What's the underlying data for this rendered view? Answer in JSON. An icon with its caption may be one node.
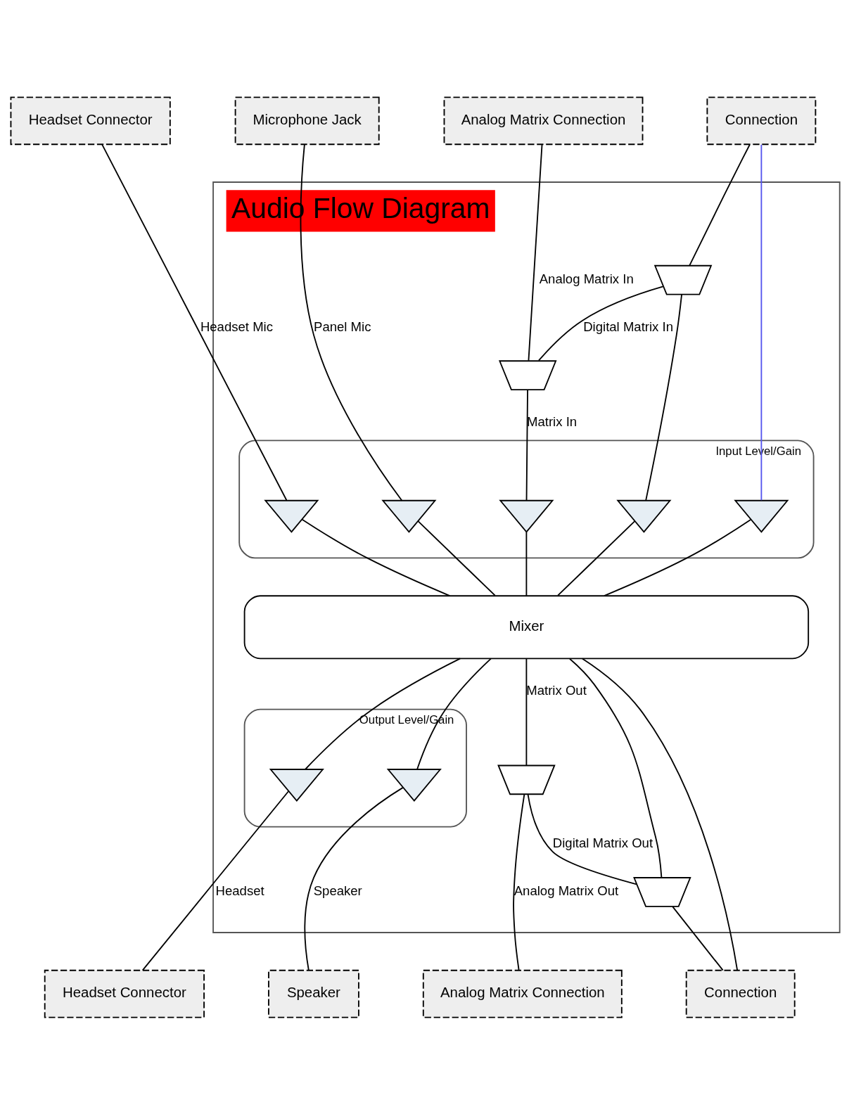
{
  "diagram": {
    "nodes": [
      {
        "text": [
          "Audio Flow Diagram"
        ]
      },
      {
        "text": [
          "Headset Connector"
        ]
      },
      {
        "text": [
          "Microphone Jack"
        ]
      },
      {
        "text": [
          "Analog Matrix Connection"
        ]
      },
      {
        "text": [
          "Connection"
        ]
      },
      {
        "text": [
          "Input Level/Gain"
        ],
        "in": 0
      },
      {
        "text": [],
        "shape": "triangle",
        "in": 5
      },
      {
        "text": [],
        "shape": "triangle",
        "in": 5
      },
      {
        "text": [],
        "shape": "triangle",
        "in": 5
      },
      {
        "text": [],
        "shape": "triangle",
        "in": 5
      },
      {
        "text": [],
        "shape": "triangle",
        "in": 5
      },
      {
        "text": [],
        "shape": "trapezoid",
        "in": 0
      },
      {
        "text": [],
        "shape": "trapezoid",
        "in": 0
      },
      {
        "text": [
          "Mixer"
        ],
        "in": 0
      },
      {
        "text": [
          "Output Level/Gain"
        ],
        "in": 0
      },
      {
        "text": [],
        "shape": "triangle",
        "in": 14
      },
      {
        "text": [],
        "shape": "triangle",
        "in": 14
      },
      {
        "text": [],
        "shape": "trapezoid",
        "in": 0
      },
      {
        "text": [],
        "shape": "trapezoid",
        "in": 0
      },
      {
        "text": [
          "Headset Connector"
        ]
      },
      {
        "text": [
          "Speaker"
        ]
      },
      {
        "text": [
          "Analog Matrix Connection"
        ]
      },
      {
        "text": [
          "Connection"
        ]
      }
    ],
    "edges": [
      {
        "from": 1,
        "to": 6,
        "arrow": "none",
        "label": "Headset Mic"
      },
      {
        "from": 2,
        "to": 7,
        "arrow": "none",
        "label": "Panel Mic"
      },
      {
        "from": 4,
        "to": 11,
        "arrow": "none"
      },
      {
        "from": 4,
        "to": 10,
        "arrow": "none",
        "color": "#5555ee"
      },
      {
        "from": 11,
        "to": 9,
        "arrow": "none"
      },
      {
        "from": 11,
        "to": 12,
        "arrow": "none",
        "label": "Digital Matrix In"
      },
      {
        "from": 3,
        "to": 12,
        "arrow": "none",
        "label": "Analog Matrix In"
      },
      {
        "from": 12,
        "to": 8,
        "arrow": "none",
        "label": "Matrix In"
      },
      {
        "from": 6,
        "to": 13,
        "arrow": "none"
      },
      {
        "from": 7,
        "to": 13,
        "arrow": "none"
      },
      {
        "from": 8,
        "to": 13,
        "arrow": "none"
      },
      {
        "from": 9,
        "to": 13,
        "arrow": "none"
      },
      {
        "from": 10,
        "to": 13,
        "arrow": "none"
      },
      {
        "from": 13,
        "to": 15,
        "arrow": "none"
      },
      {
        "from": 13,
        "to": 16,
        "arrow": "none"
      },
      {
        "from": 13,
        "to": 17,
        "arrow": "none",
        "label": "Matrix Out"
      },
      {
        "from": 13,
        "to": 18,
        "arrow": "none"
      },
      {
        "from": 13,
        "to": 22,
        "arrow": "none"
      },
      {
        "from": 17,
        "to": 21,
        "arrow": "none",
        "label": "Analog Matrix Out"
      },
      {
        "from": 17,
        "to": 18,
        "arrow": "none",
        "label": "Digital Matrix Out"
      },
      {
        "from": 18,
        "to": 22,
        "arrow": "none"
      },
      {
        "from": 15,
        "to": 19,
        "arrow": "none",
        "label": "Headset"
      },
      {
        "from": 16,
        "to": 20,
        "arrow": "none",
        "label": "Speaker"
      }
    ]
  }
}
